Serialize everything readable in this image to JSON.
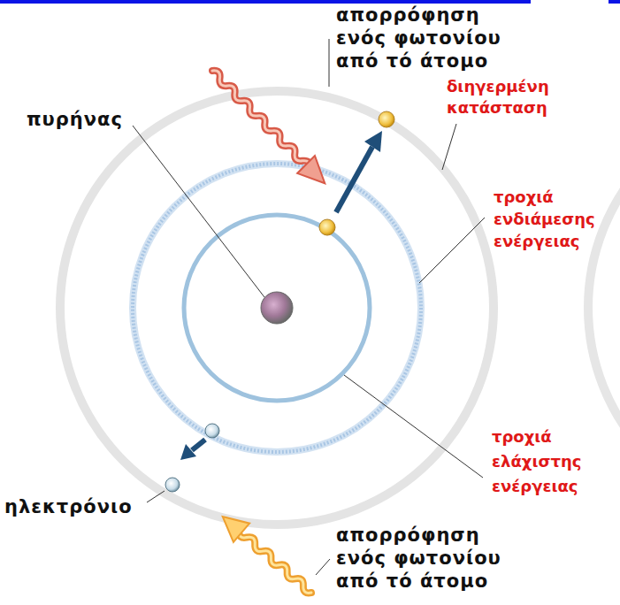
{
  "diagram": {
    "labels": [
      "απορρόφηση ενός φωτονίου από τό άτομο",
      "πυρήνας",
      "διηγερμένη κατάσταση",
      "τροχιά ενδιάμεσης ενέργειας",
      "τροχιά ελάχιστης ενέργειας",
      "ηλεκτρόνιο",
      "απορρόφηση ενός φωτονίου από τό άτομο"
    ]
  }
}
